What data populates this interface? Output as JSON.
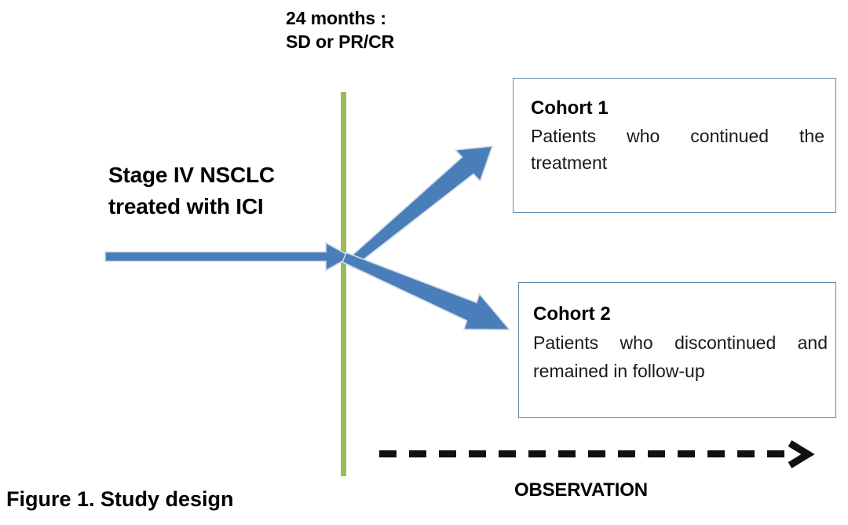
{
  "figure": {
    "caption": "Figure 1. Study design",
    "timepoint": {
      "line1": "24 months :",
      "line2": "SD or PR/CR"
    },
    "entry": {
      "line1": "Stage IV NSCLC",
      "line2": "treated with ICI"
    },
    "cohorts": [
      {
        "title": "Cohort 1",
        "description": "Patients who continued the treatment"
      },
      {
        "title": "Cohort 2",
        "description": "Patients who discontinued and remained in follow-up"
      }
    ],
    "observation_label": "OBSERVATION",
    "colors": {
      "arrow_blue": "#4A7EBB",
      "arrow_blue_edge": "#cfd7e2",
      "timeline_green": "#9BBB59",
      "box_border_blue": "#5B8DB8",
      "text_black": "#000000",
      "background": "#FFFFFF"
    }
  }
}
